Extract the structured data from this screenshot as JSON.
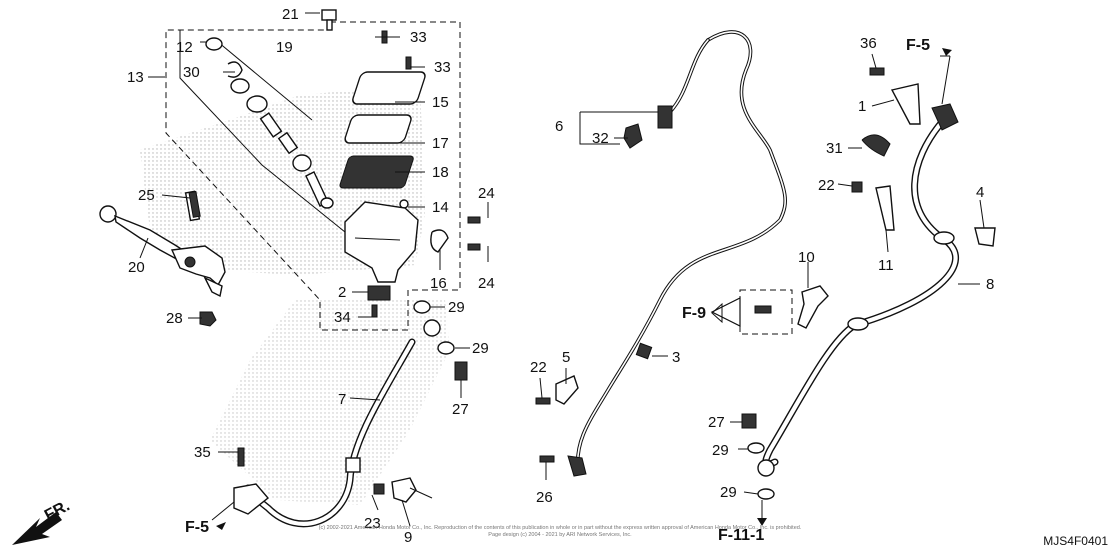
{
  "callouts": [
    {
      "id": "c21",
      "text": "21"
    },
    {
      "id": "c33a",
      "text": "33"
    },
    {
      "id": "c33b",
      "text": "33"
    },
    {
      "id": "c12",
      "text": "12"
    },
    {
      "id": "c19",
      "text": "19"
    },
    {
      "id": "c13",
      "text": "13"
    },
    {
      "id": "c30",
      "text": "30"
    },
    {
      "id": "c15",
      "text": "15"
    },
    {
      "id": "c17",
      "text": "17"
    },
    {
      "id": "c18",
      "text": "18"
    },
    {
      "id": "c14",
      "text": "14"
    },
    {
      "id": "c24a",
      "text": "24"
    },
    {
      "id": "c24b",
      "text": "24"
    },
    {
      "id": "c25",
      "text": "25"
    },
    {
      "id": "c20",
      "text": "20"
    },
    {
      "id": "c16",
      "text": "16"
    },
    {
      "id": "c2",
      "text": "2"
    },
    {
      "id": "c29a",
      "text": "29"
    },
    {
      "id": "c28",
      "text": "28"
    },
    {
      "id": "c34",
      "text": "34"
    },
    {
      "id": "c29b",
      "text": "29"
    },
    {
      "id": "c27a",
      "text": "27"
    },
    {
      "id": "c7",
      "text": "7"
    },
    {
      "id": "c35",
      "text": "35"
    },
    {
      "id": "c23",
      "text": "23"
    },
    {
      "id": "c9",
      "text": "9"
    },
    {
      "id": "c6",
      "text": "6"
    },
    {
      "id": "c32",
      "text": "32"
    },
    {
      "id": "c22a",
      "text": "22"
    },
    {
      "id": "c5",
      "text": "5"
    },
    {
      "id": "c3",
      "text": "3"
    },
    {
      "id": "c26",
      "text": "26"
    },
    {
      "id": "c10",
      "text": "10"
    },
    {
      "id": "c36",
      "text": "36"
    },
    {
      "id": "c1",
      "text": "1"
    },
    {
      "id": "c31",
      "text": "31"
    },
    {
      "id": "c22b",
      "text": "22"
    },
    {
      "id": "c4",
      "text": "4"
    },
    {
      "id": "c11",
      "text": "11"
    },
    {
      "id": "c8",
      "text": "8"
    },
    {
      "id": "c27b",
      "text": "27"
    },
    {
      "id": "c29c",
      "text": "29"
    },
    {
      "id": "c29d",
      "text": "29"
    }
  ],
  "refs": {
    "f5_top": "F-5",
    "f5_bottom": "F-5",
    "f9": "F-9",
    "f11_1": "F-11-1",
    "fr": "FR."
  },
  "diagram_code": "MJS4F0401",
  "copyright_line1": "(c) 2002-2021 American Honda Motor Co., Inc. Reproduction of the contents of this publication in whole or in part without the express written approval of American Honda Motor Co., Inc. is prohibited.",
  "copyright_line2": "Page design (c) 2004 - 2021 by ARI Network Services, Inc."
}
